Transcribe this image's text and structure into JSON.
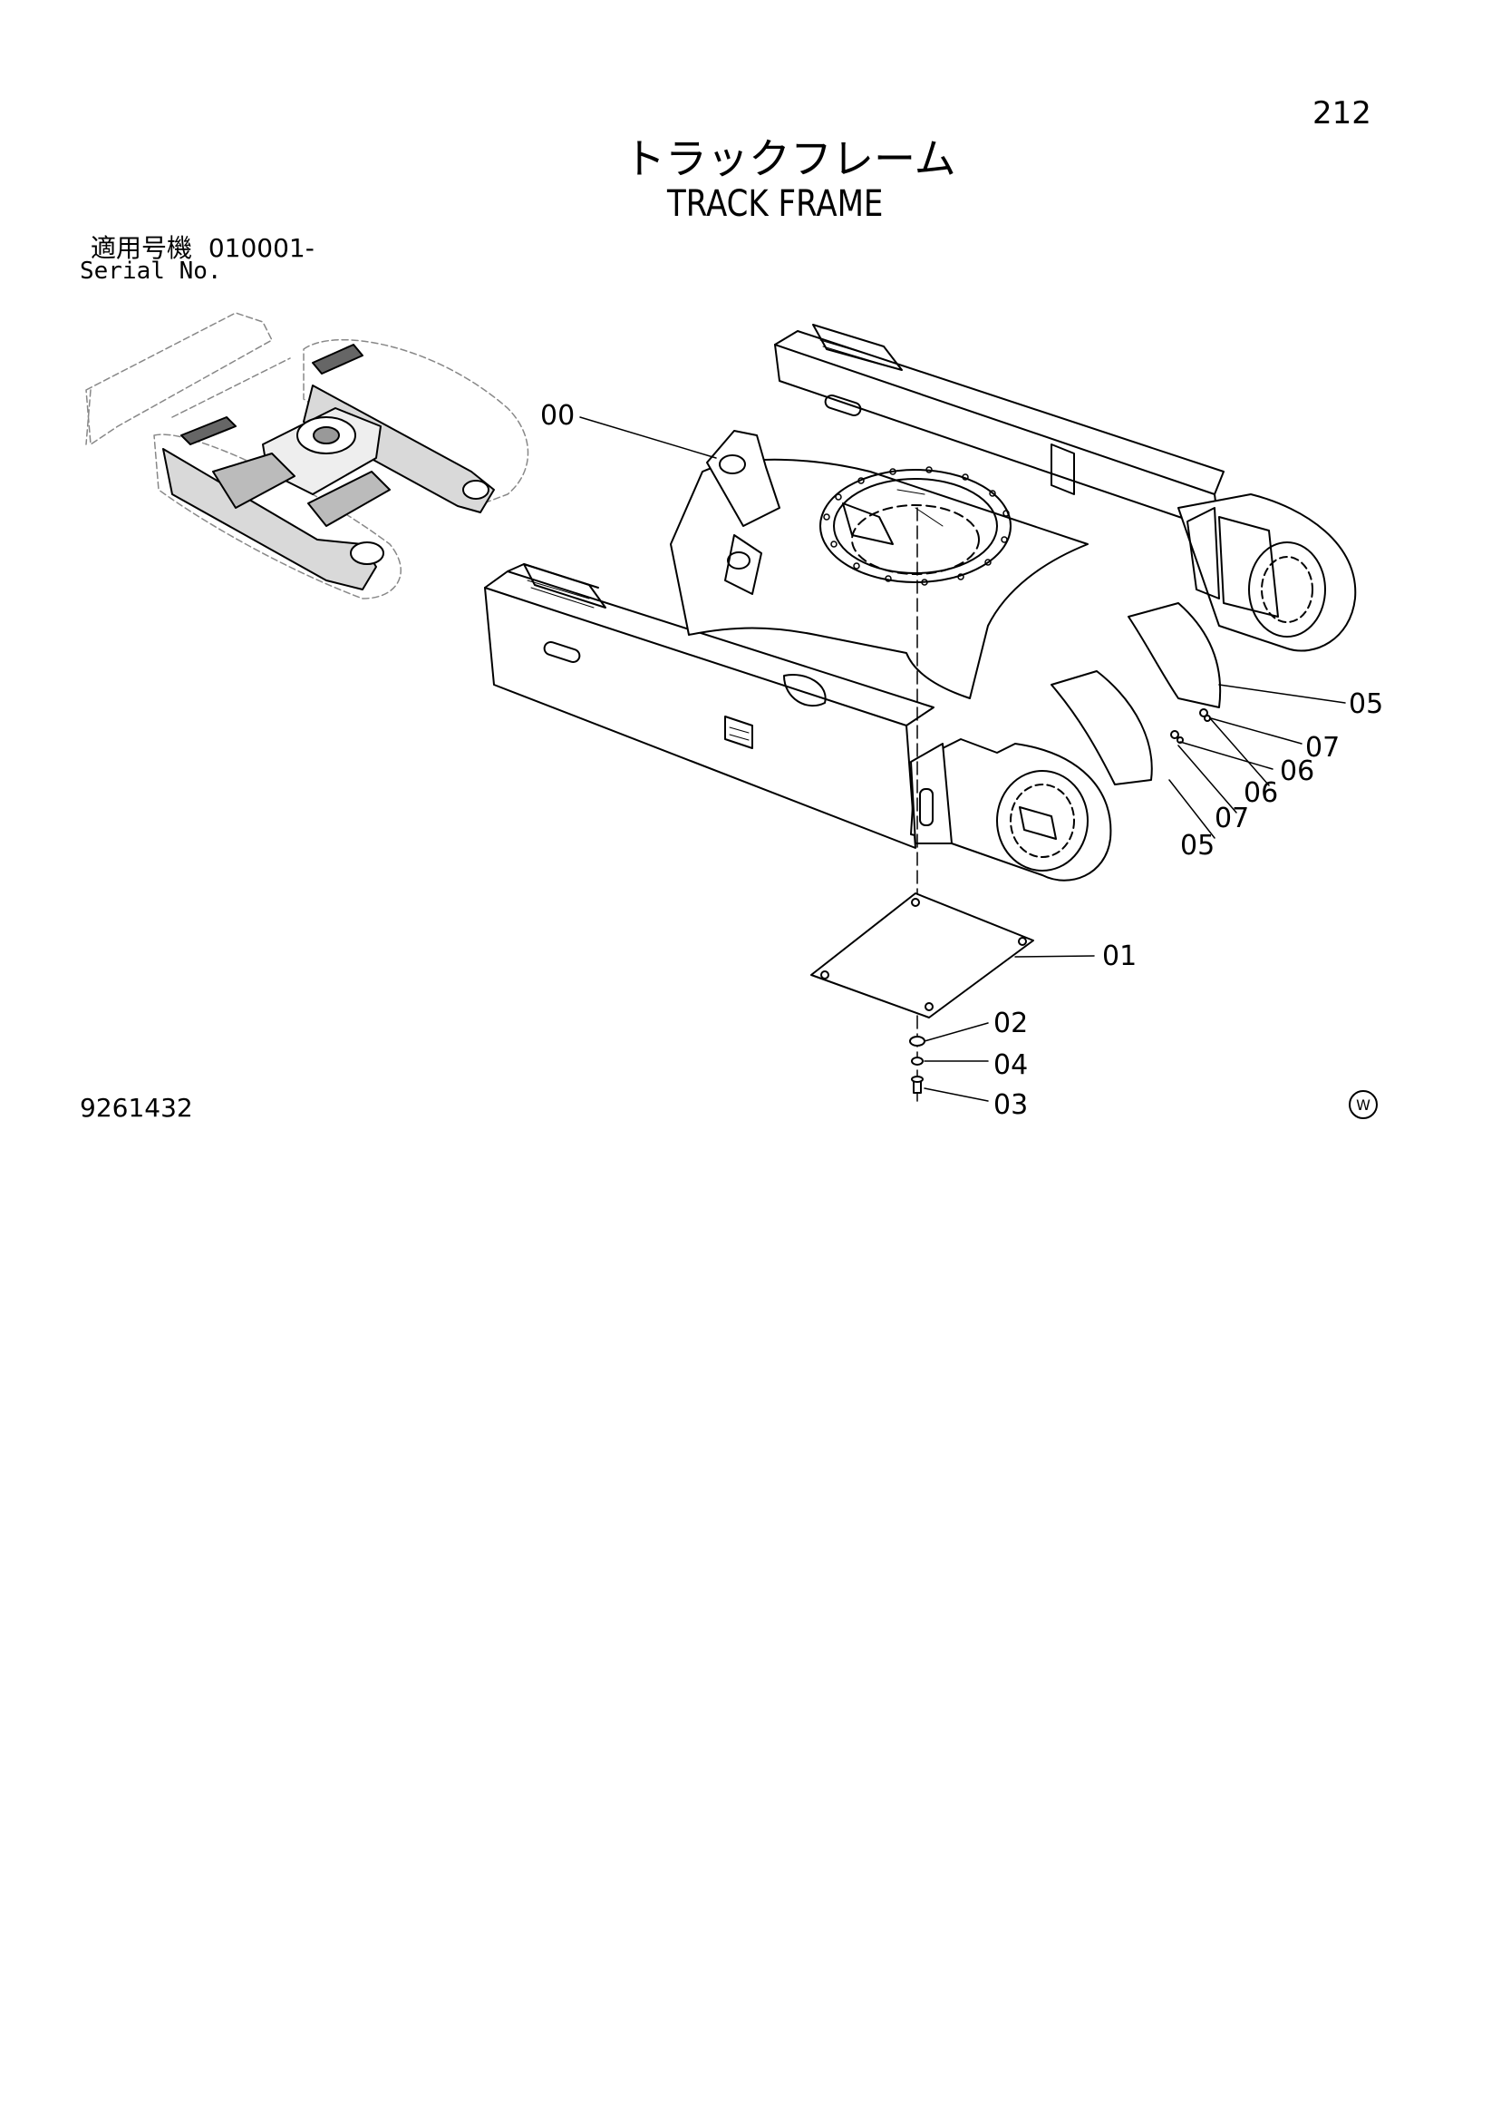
{
  "page": {
    "number": "212"
  },
  "title": {
    "japanese": "トラックフレーム",
    "english": "TRACK FRAME"
  },
  "serial": {
    "label_jp": "適用号機",
    "value": "010001-",
    "label_en": "Serial No."
  },
  "drawing_number": "9261432",
  "corner_mark": "W",
  "callouts": [
    {
      "id": "c00",
      "label": "00"
    },
    {
      "id": "c01",
      "label": "01"
    },
    {
      "id": "c02",
      "label": "02"
    },
    {
      "id": "c03",
      "label": "03"
    },
    {
      "id": "c04",
      "label": "04"
    },
    {
      "id": "c05a",
      "label": "05"
    },
    {
      "id": "c05b",
      "label": "05"
    },
    {
      "id": "c06a",
      "label": "06"
    },
    {
      "id": "c06b",
      "label": "06"
    },
    {
      "id": "c07a",
      "label": "07"
    },
    {
      "id": "c07b",
      "label": "07"
    }
  ]
}
